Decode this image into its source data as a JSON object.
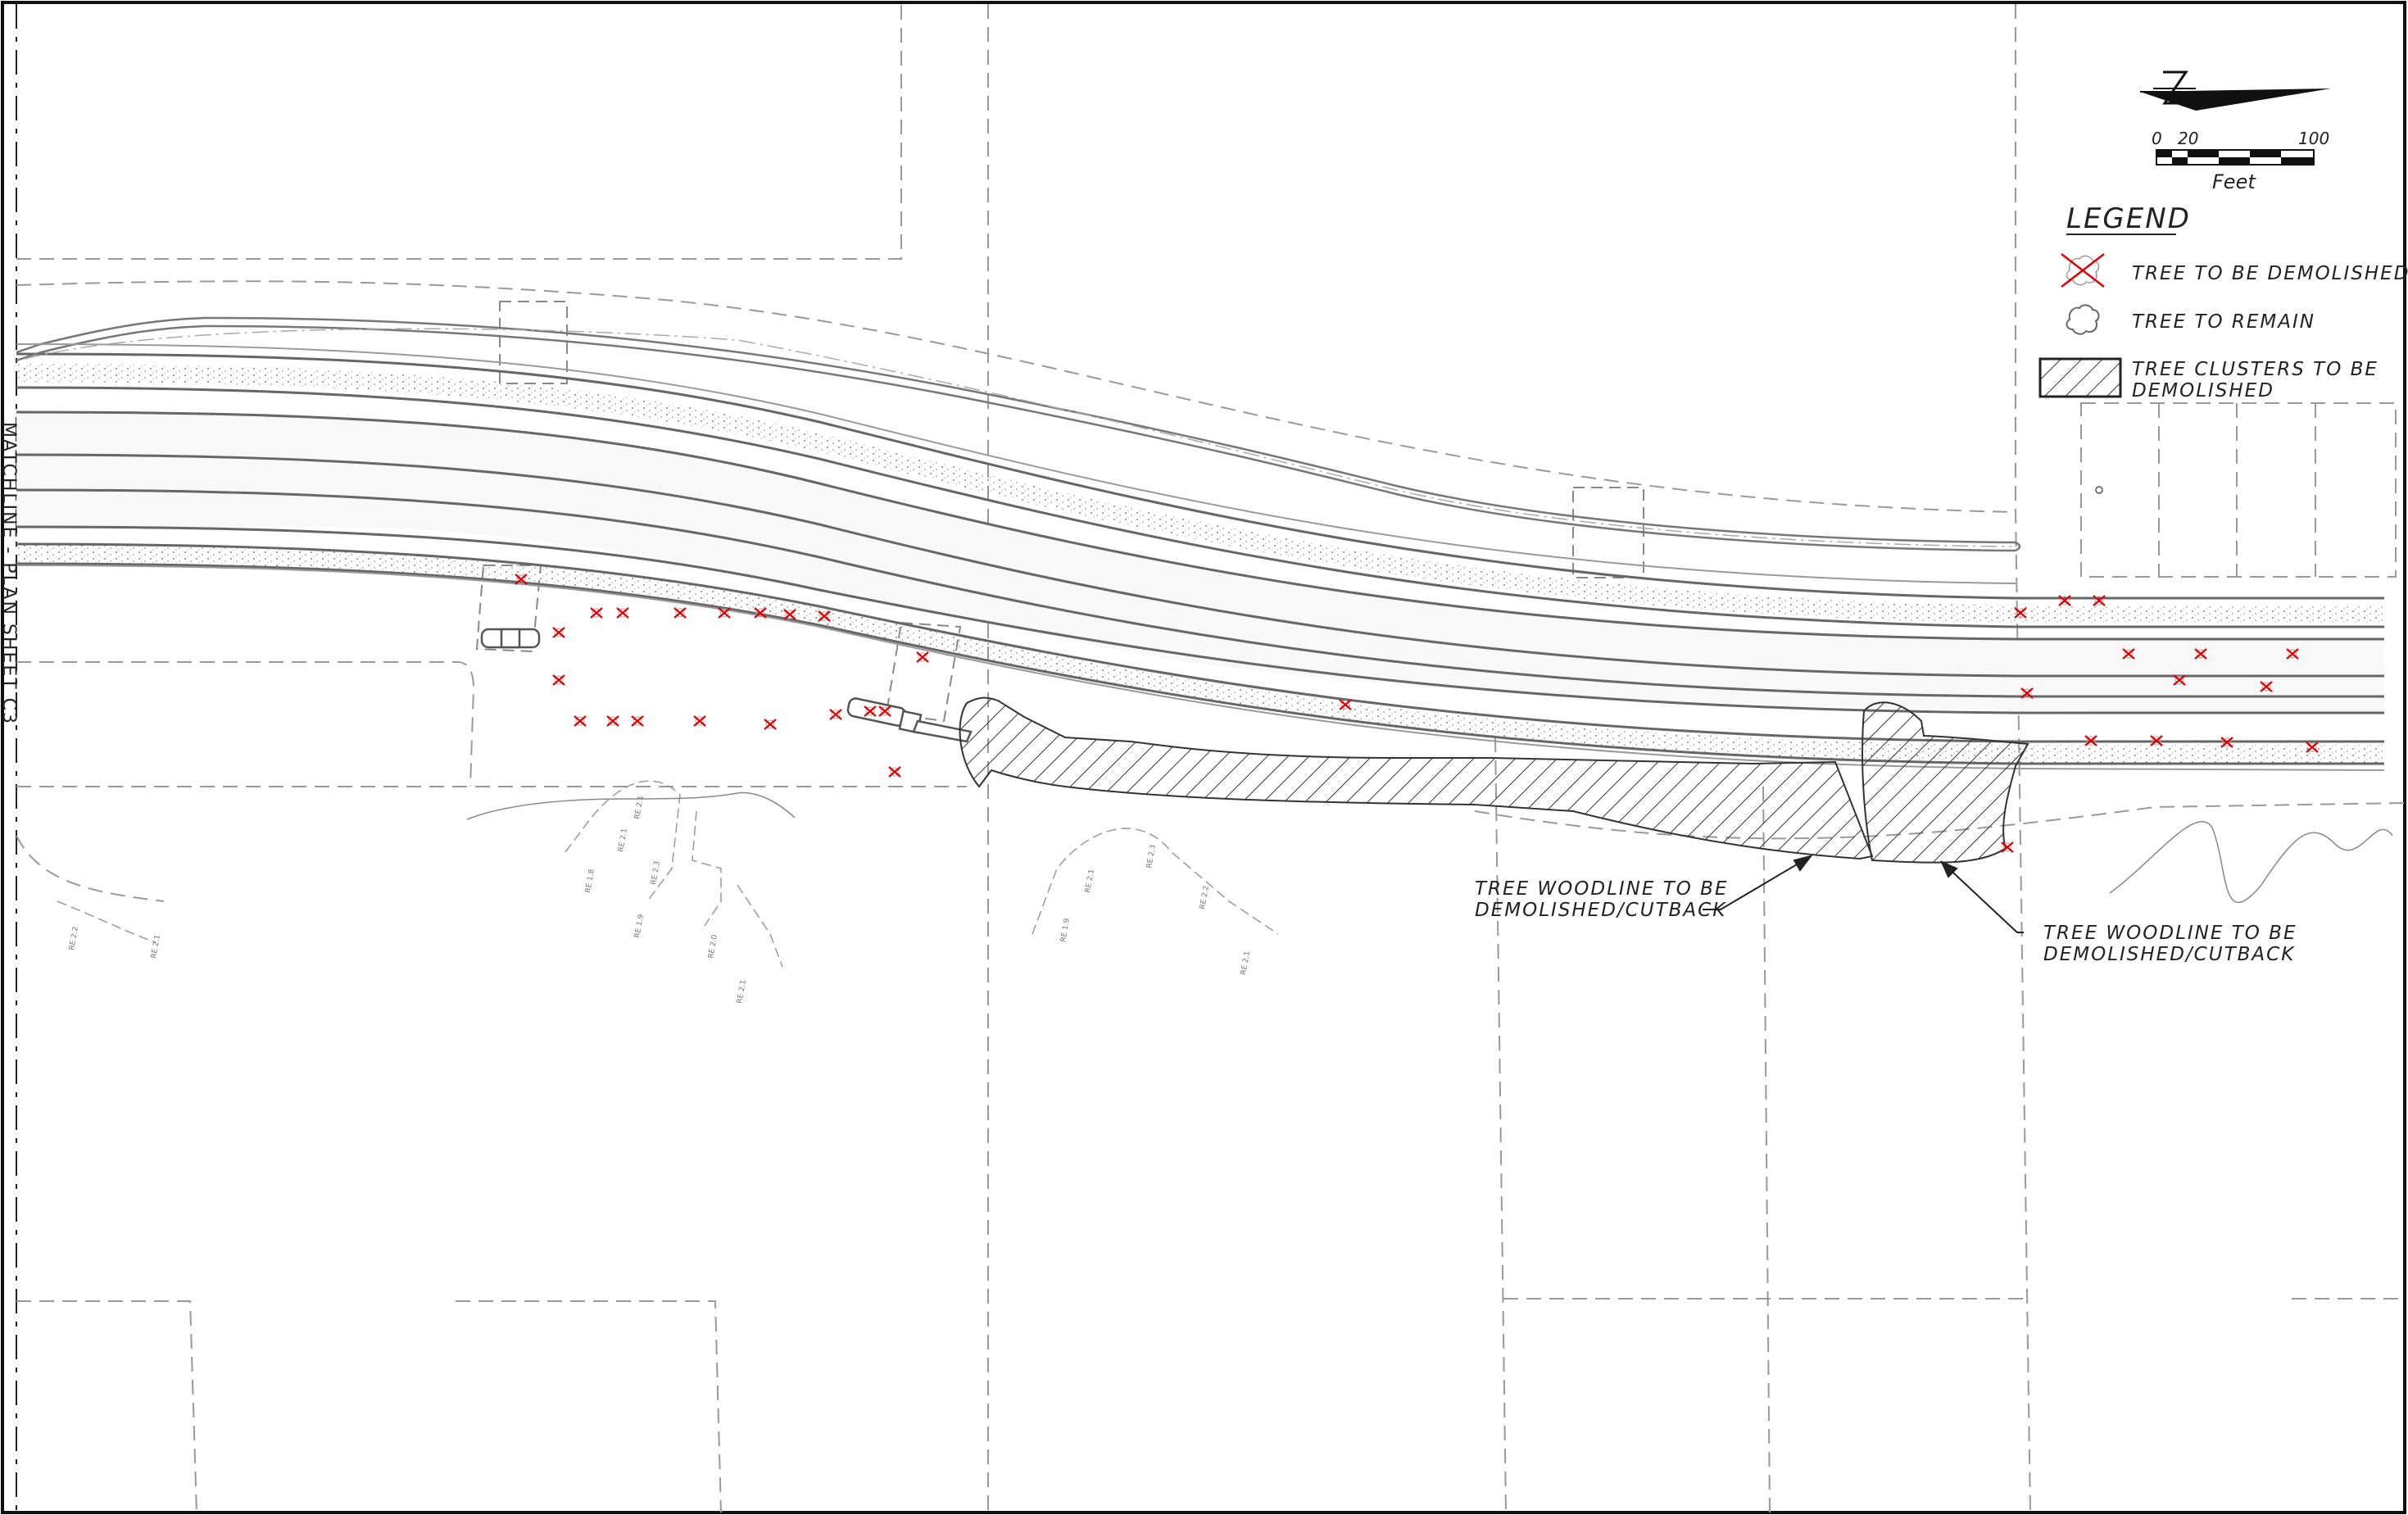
{
  "legend": {
    "title": "LEGEND",
    "items": [
      {
        "symbol": "red-x-tree-icon",
        "label": "TREE TO BE DEMOLISHED"
      },
      {
        "symbol": "tree-outline-icon",
        "label": "TREE TO REMAIN"
      },
      {
        "symbol": "hatch-box-icon",
        "label_line1": "TREE CLUSTERS TO BE",
        "label_line2": "DEMOLISHED"
      }
    ]
  },
  "scale_bar": {
    "tick_0": "0",
    "tick_20": "20",
    "tick_100": "100",
    "unit": "Feet"
  },
  "callouts": {
    "left": {
      "line1": "TREE WOODLINE TO BE",
      "line2": "DEMOLISHED/CUTBACK"
    },
    "right": {
      "line1": "TREE WOODLINE TO BE",
      "line2": "DEMOLISHED/CUTBACK"
    }
  },
  "matchline": {
    "label": "MATCHLINE - PLAN SHEET C3"
  },
  "colors": {
    "demolish_red": "#e00000",
    "linework": "#555555",
    "hatch": "#333333"
  }
}
